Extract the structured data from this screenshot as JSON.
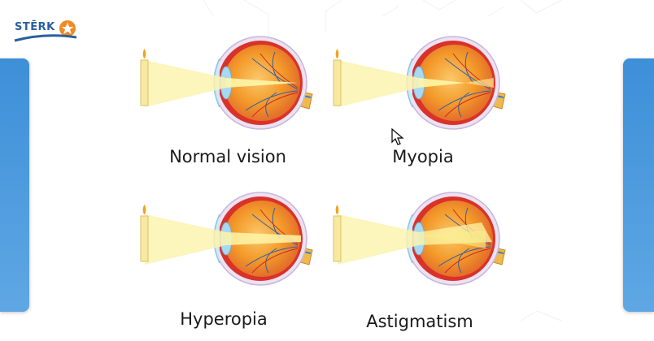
{
  "brand": {
    "name": "STĒRK"
  },
  "conditions": [
    {
      "label": "Normal vision",
      "focus": "on-retina"
    },
    {
      "label": "Myopia",
      "focus": "in-front-of-retina"
    },
    {
      "label": "Hyperopia",
      "focus": "behind-retina"
    },
    {
      "label": "Astigmatism",
      "focus": "multiple-points"
    }
  ],
  "colors": {
    "accent": "#4a9be0",
    "light_beam": "#fbf3b0",
    "candle": "#f7e9a0",
    "sclera_outer": "#e6d8ee",
    "eye_red": "#d9322a",
    "eye_orange": "#f39a2a",
    "lens": "#a8d8f2",
    "optic_nerve": "#f0b94a",
    "brand_blue": "#2a5f9e",
    "brand_orange": "#f08a24"
  },
  "icons": [
    "star-badge-icon",
    "candle-icon",
    "eye-diagram-icon",
    "mouse-pointer-icon"
  ]
}
